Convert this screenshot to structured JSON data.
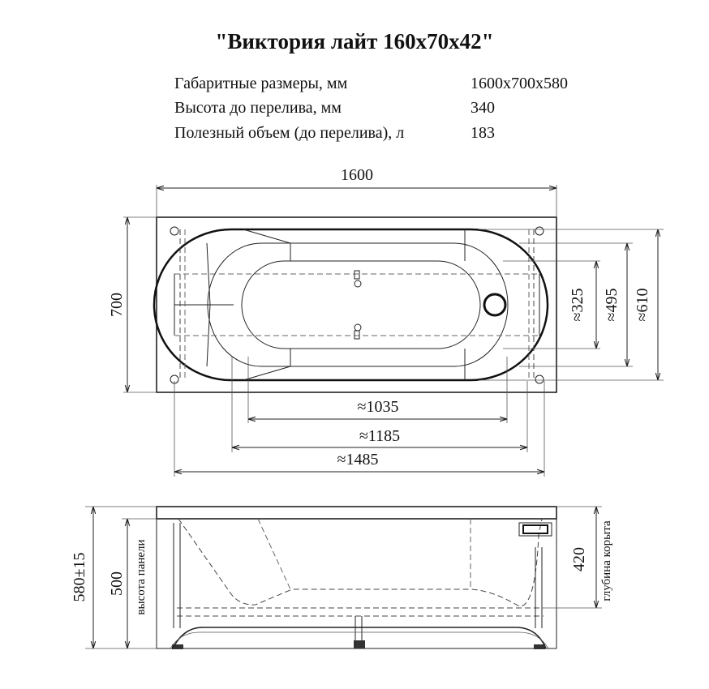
{
  "title": "\"Виктория лайт 160x70x42\"",
  "specs": [
    {
      "label": "Габаритные размеры, мм",
      "value": "1600x700x580"
    },
    {
      "label": "Высота до перелива, мм",
      "value": "340"
    },
    {
      "label": "Полезный объем (до перелива), л",
      "value": "183"
    }
  ],
  "top_view": {
    "dim_length": "1600",
    "dim_width": "700",
    "dim_325": "≈325",
    "dim_495": "≈495",
    "dim_610": "≈610",
    "dim_1035": "≈1035",
    "dim_1185": "≈1185",
    "dim_1485": "≈1485"
  },
  "side_view": {
    "dim_height": "580±15",
    "dim_panel": "500",
    "label_panel": "высота панели",
    "dim_depth": "420",
    "label_depth": "глубина корыта"
  }
}
